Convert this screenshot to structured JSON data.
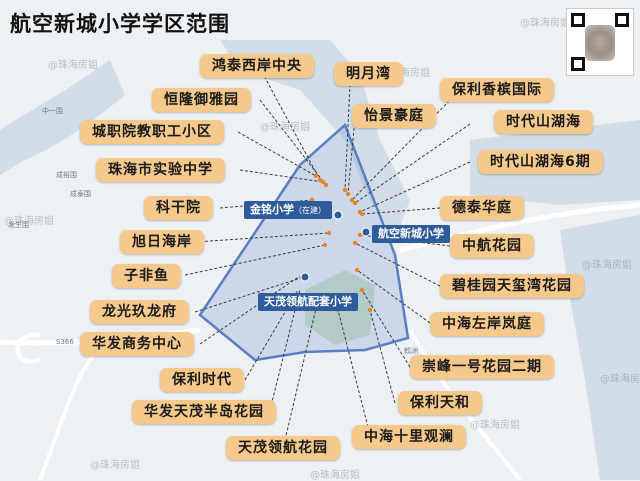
{
  "title": "航空新城小学学区范围",
  "schools": [
    {
      "name": "金铭小学",
      "note": "（在建）"
    },
    {
      "name": "航空新城小学",
      "note": ""
    },
    {
      "name": "天茂领航配套小学",
      "note": ""
    }
  ],
  "communities": [
    "鸿泰西岸中央",
    "明月湾",
    "保利香槟国际",
    "恒隆御雅园",
    "怡景豪庭",
    "时代山湖海",
    "城职院教职工小区",
    "时代山湖海6期",
    "珠海市实验中学",
    "科干院",
    "德泰华庭",
    "旭日海岸",
    "中航花园",
    "子非鱼",
    "碧桂园天玺湾花园",
    "龙光玖龙府",
    "中海左岸岚庭",
    "华发商务中心",
    "崇峰一号花园二期",
    "保利时代",
    "保利天和",
    "华发天茂半岛花园",
    "中海十里观澜",
    "天茂领航花园"
  ],
  "watermark": "@珠海房姐",
  "map_labels": [
    "中一围",
    "成裕围",
    "成泰围",
    "发生围",
    "S366",
    "鹤洲"
  ],
  "colors": {
    "tag": "#f5c98c",
    "school": "#2e5b9b",
    "zone": "#5b7fc4",
    "water": "#d3dde8"
  }
}
